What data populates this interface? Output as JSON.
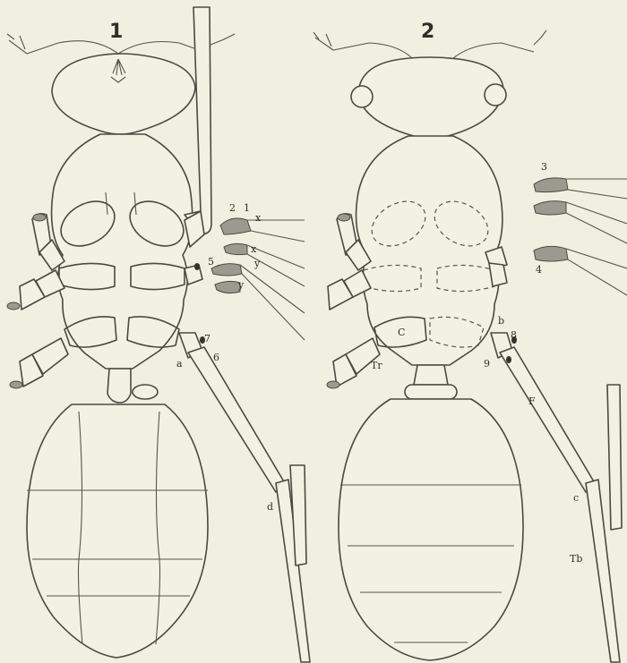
{
  "figure_numbers": {
    "fig1": "1",
    "fig2": "2"
  },
  "fig1_labels": {
    "l2": "2",
    "l1": "1",
    "x1": "x",
    "x2": "x",
    "l5": "5",
    "y1": "y",
    "y2": "y",
    "l7": "7",
    "a": "a",
    "l6": "6",
    "d": "d"
  },
  "fig2_labels": {
    "l3": "3",
    "l4": "4",
    "b": "b",
    "l8": "8",
    "C": "C",
    "Tr": "Tr",
    "l9": "9",
    "F": "F",
    "c": "c",
    "Tb": "Tb"
  },
  "colors": {
    "paper": "#f1efdf",
    "ink": "#4a4a44",
    "shade": "#9a9a90"
  }
}
